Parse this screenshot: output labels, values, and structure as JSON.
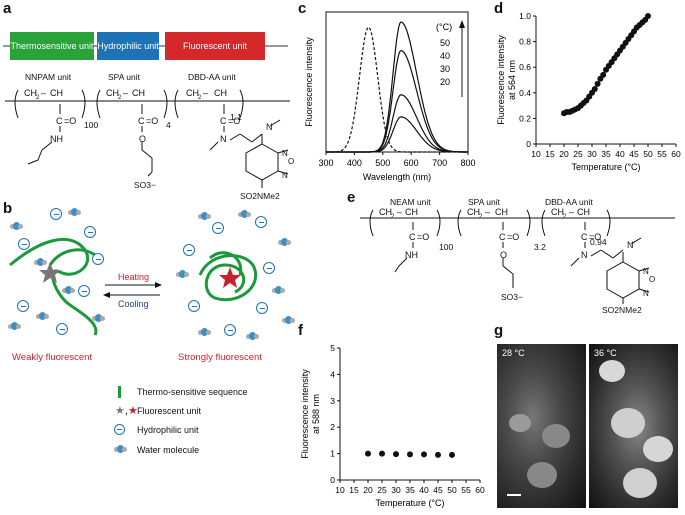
{
  "panels": {
    "a": "a",
    "b": "b",
    "c": "c",
    "d": "d",
    "e": "e",
    "f": "f",
    "g": "g"
  },
  "panel_a": {
    "boxes": [
      {
        "label": "Thermosensitive unit",
        "color": "#2aa23a"
      },
      {
        "label": "Hydrophilic unit",
        "color": "#1e72b8"
      },
      {
        "label": "Fluorescent unit",
        "color": "#d4282b"
      }
    ],
    "unit_names": [
      "NNPAM unit",
      "SPA unit",
      "DBD-AA unit"
    ],
    "subscripts": [
      "100",
      "4",
      "1.1"
    ],
    "so3": "SO3−",
    "so2nme2": "SO2NMe2"
  },
  "panel_b": {
    "heating": "Heating",
    "cooling": "Cooling",
    "weak": "Weakly fluorescent",
    "strong": "Strongly fluorescent",
    "legend": [
      "Thermo-sensitive sequence",
      "Fluorescent unit",
      "Hydrophilic unit",
      "Water molecule"
    ],
    "colors": {
      "green": "#1a9a3a",
      "blue": "#1e72b8",
      "red": "#c8232c",
      "water": "#3d8fc9",
      "heat": "#c8232c",
      "cool": "#1a3f8f"
    }
  },
  "panel_e": {
    "unit_names": [
      "NEAM unit",
      "SPA unit",
      "DBD-AA unit"
    ],
    "subscripts": [
      "100",
      "3.2",
      "0.94"
    ],
    "so3": "SO3−",
    "so2nme2": "SO2NMe2"
  },
  "panel_g": {
    "label_left": "28 °C",
    "label_right": "36 °C"
  },
  "chart_data": [
    {
      "id": "c",
      "type": "line",
      "ylabel": "Fluorescence intensity",
      "xlabel": "Wavelength (nm)",
      "xticks": [
        300,
        400,
        500,
        600,
        700,
        800
      ],
      "xlim": [
        300,
        800
      ],
      "legend_title": "(°C)",
      "temperatures": [
        "50",
        "40",
        "30",
        "20"
      ],
      "series": [
        {
          "peak_x": 450,
          "peak_rel": 0.96,
          "style": "dashed"
        },
        {
          "peak_x": 564,
          "peak_rel": 1.0,
          "style": "solid"
        },
        {
          "peak_x": 564,
          "peak_rel": 0.78,
          "style": "solid"
        },
        {
          "peak_x": 564,
          "peak_rel": 0.44,
          "style": "solid"
        },
        {
          "peak_x": 564,
          "peak_rel": 0.27,
          "style": "solid"
        }
      ]
    },
    {
      "id": "d",
      "type": "scatter",
      "ylabel": "Fluorescence intensity at 564 nm",
      "xlabel": "Temperature (°C)",
      "xlim": [
        10,
        60
      ],
      "ylim": [
        0,
        1.0
      ],
      "xticks": [
        10,
        15,
        20,
        25,
        30,
        35,
        40,
        45,
        50,
        55,
        60
      ],
      "yticks": [
        "0",
        "0.2",
        "0.4",
        "0.6",
        "0.8",
        "1.0"
      ],
      "x": [
        20,
        21,
        22,
        23,
        24,
        25,
        26,
        27,
        28,
        29,
        30,
        31,
        32,
        33,
        34,
        35,
        36,
        37,
        38,
        39,
        40,
        41,
        42,
        43,
        44,
        45,
        46,
        47,
        48,
        49,
        50
      ],
      "y": [
        0.24,
        0.25,
        0.25,
        0.26,
        0.27,
        0.28,
        0.3,
        0.32,
        0.34,
        0.37,
        0.4,
        0.43,
        0.47,
        0.51,
        0.54,
        0.58,
        0.61,
        0.64,
        0.67,
        0.7,
        0.73,
        0.76,
        0.79,
        0.82,
        0.85,
        0.88,
        0.91,
        0.93,
        0.95,
        0.97,
        1.0
      ]
    },
    {
      "id": "f",
      "type": "scatter",
      "ylabel": "Fluorescence intensity at 588 nm",
      "xlabel": "Temperature (°C)",
      "xlim": [
        10,
        60
      ],
      "ylim": [
        0,
        5
      ],
      "xticks": [
        10,
        15,
        20,
        25,
        30,
        35,
        40,
        45,
        50,
        55,
        60
      ],
      "yticks": [
        "0",
        "1",
        "2",
        "3",
        "4",
        "5"
      ],
      "x": [
        20,
        25,
        30,
        35,
        40,
        45,
        50
      ],
      "y": [
        1.0,
        1.0,
        0.98,
        0.97,
        0.97,
        0.95,
        0.95
      ]
    }
  ]
}
